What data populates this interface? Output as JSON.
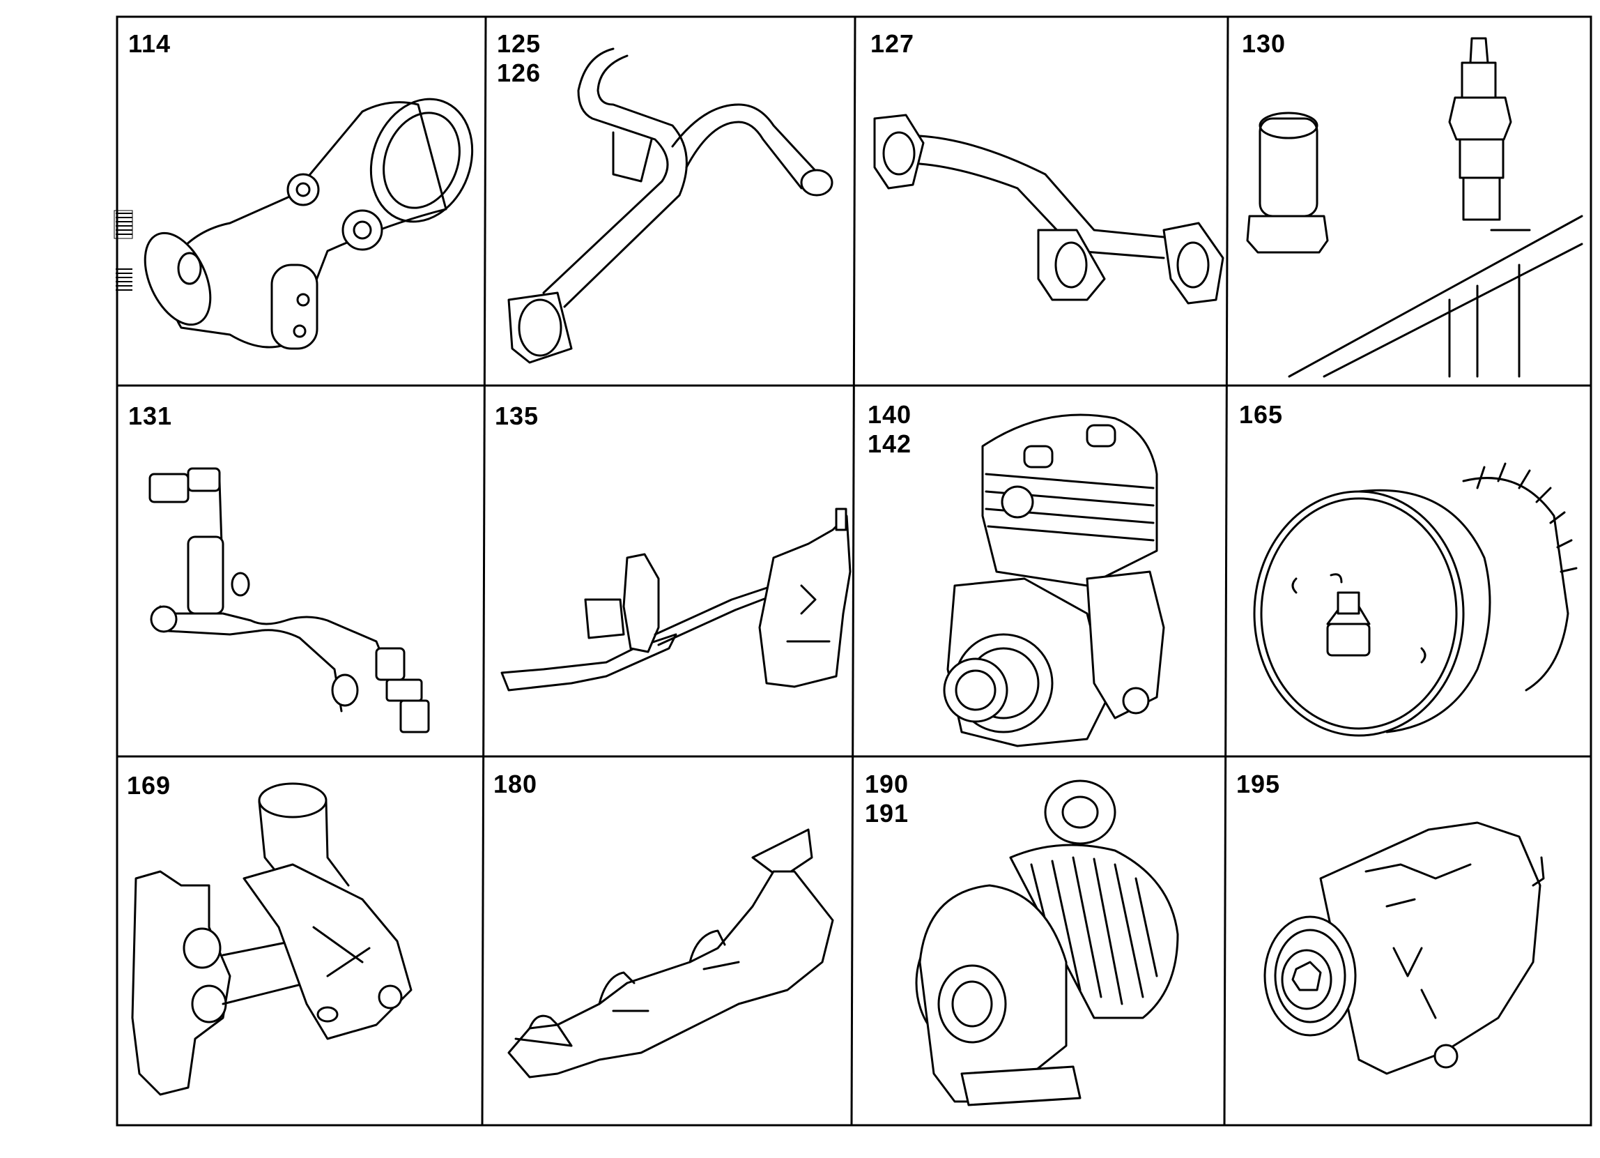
{
  "cells": [
    {
      "labels": [
        "114"
      ],
      "part": "pipe-elbow-housing-icon"
    },
    {
      "labels": [
        "125",
        "126"
      ],
      "part": "bent-pipe-icon"
    },
    {
      "labels": [
        "127"
      ],
      "part": "flanged-pipe-icon"
    },
    {
      "labels": [
        "130"
      ],
      "part": "temperature-sensor-icon"
    },
    {
      "labels": [
        "131"
      ],
      "part": "sensor-harness-icon"
    },
    {
      "labels": [
        "135"
      ],
      "part": "control-linkage-icon"
    },
    {
      "labels": [
        "140",
        "142"
      ],
      "part": "air-compressor-icon"
    },
    {
      "labels": [
        "165"
      ],
      "part": "pulley-drive-icon"
    },
    {
      "labels": [
        "169"
      ],
      "part": "water-outlet-housing-icon"
    },
    {
      "labels": [
        "180"
      ],
      "part": "exhaust-manifold-icon"
    },
    {
      "labels": [
        "190",
        "191"
      ],
      "part": "turbocharger-icon"
    },
    {
      "labels": [
        "195"
      ],
      "part": "alternator-icon"
    }
  ]
}
